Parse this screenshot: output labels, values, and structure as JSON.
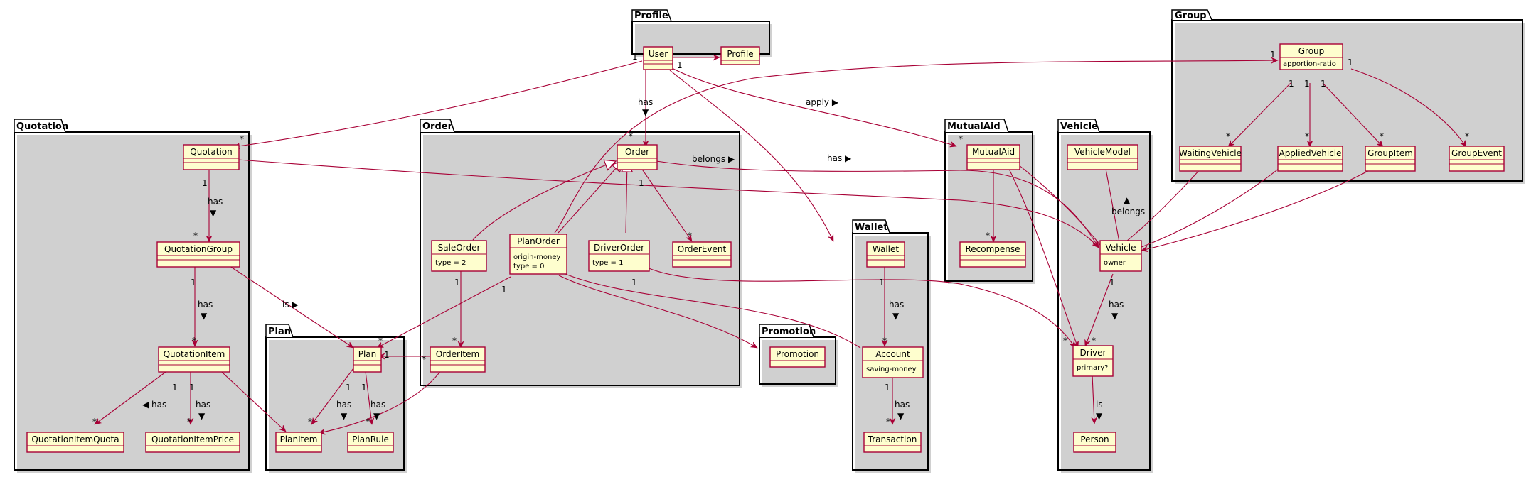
{
  "colors": {
    "accent": "#A80036",
    "class_fill": "#FEFECE",
    "package_stroke": "#000000",
    "shadow": "#d0d0d0"
  },
  "packages": [
    {
      "id": "profile",
      "name": "Profile"
    },
    {
      "id": "group",
      "name": "Group"
    },
    {
      "id": "quotation",
      "name": "Quotation"
    },
    {
      "id": "order",
      "name": "Order"
    },
    {
      "id": "mutualaid",
      "name": "MutualAid"
    },
    {
      "id": "vehicle",
      "name": "Vehicle"
    },
    {
      "id": "wallet",
      "name": "Wallet"
    },
    {
      "id": "plan",
      "name": "Plan"
    },
    {
      "id": "promotion",
      "name": "Promotion"
    }
  ],
  "classes": [
    {
      "id": "user",
      "name": "User",
      "attrs": []
    },
    {
      "id": "profile",
      "name": "Profile",
      "attrs": []
    },
    {
      "id": "group",
      "name": "Group",
      "attrs": [
        "apportion-ratio"
      ]
    },
    {
      "id": "waitingvehicle",
      "name": "WaitingVehicle",
      "attrs": []
    },
    {
      "id": "appliedvehicle",
      "name": "AppliedVehicle",
      "attrs": []
    },
    {
      "id": "groupitem",
      "name": "GroupItem",
      "attrs": []
    },
    {
      "id": "groupevent",
      "name": "GroupEvent",
      "attrs": []
    },
    {
      "id": "quotation",
      "name": "Quotation",
      "attrs": []
    },
    {
      "id": "quotationgroup",
      "name": "QuotationGroup",
      "attrs": []
    },
    {
      "id": "quotationitem",
      "name": "QuotationItem",
      "attrs": []
    },
    {
      "id": "quotationitemquota",
      "name": "QuotationItemQuota",
      "attrs": []
    },
    {
      "id": "quotationitemprice",
      "name": "QuotationItemPrice",
      "attrs": []
    },
    {
      "id": "order",
      "name": "Order",
      "attrs": []
    },
    {
      "id": "saleorder",
      "name": "SaleOrder",
      "attrs": [
        "type = 2"
      ]
    },
    {
      "id": "planorder",
      "name": "PlanOrder",
      "attrs": [
        "origin-money",
        "type = 0"
      ]
    },
    {
      "id": "driverorder",
      "name": "DriverOrder",
      "attrs": [
        "type = 1"
      ]
    },
    {
      "id": "orderevent",
      "name": "OrderEvent",
      "attrs": []
    },
    {
      "id": "orderitem",
      "name": "OrderItem",
      "attrs": []
    },
    {
      "id": "mutualaid",
      "name": "MutualAid",
      "attrs": []
    },
    {
      "id": "recompense",
      "name": "Recompense",
      "attrs": []
    },
    {
      "id": "vehiclemodel",
      "name": "VehicleModel",
      "attrs": []
    },
    {
      "id": "vehicle",
      "name": "Vehicle",
      "attrs": [
        "owner"
      ]
    },
    {
      "id": "driver",
      "name": "Driver",
      "attrs": [
        "primary?"
      ]
    },
    {
      "id": "person",
      "name": "Person",
      "attrs": []
    },
    {
      "id": "wallet",
      "name": "Wallet",
      "attrs": []
    },
    {
      "id": "account",
      "name": "Account",
      "attrs": [
        "saving-money"
      ]
    },
    {
      "id": "transaction",
      "name": "Transaction",
      "attrs": []
    },
    {
      "id": "plan",
      "name": "Plan",
      "attrs": []
    },
    {
      "id": "planitem",
      "name": "PlanItem",
      "attrs": []
    },
    {
      "id": "planrule",
      "name": "PlanRule",
      "attrs": []
    },
    {
      "id": "promotion",
      "name": "Promotion",
      "attrs": []
    }
  ],
  "labels": [
    "1",
    "1",
    "has",
    "▼",
    "*",
    "apply ▶",
    "*",
    "has ▶",
    "1",
    "*",
    "1",
    "1",
    "1",
    "1",
    "*",
    "*",
    "*",
    "*",
    "1",
    "has",
    "▼",
    "*",
    "1",
    "has",
    "▼",
    "*",
    "is ▶",
    "1",
    "1",
    "◀ has",
    "has",
    "▼",
    "*",
    "*",
    "belongs ▶",
    "1",
    "*",
    "1",
    "*",
    "1",
    "*",
    "1",
    "*",
    "1",
    "1",
    "has",
    "▼",
    "has",
    "▼",
    "*",
    "*",
    "1",
    "*",
    "▲",
    "belongs",
    "1",
    "has",
    "▼",
    "*",
    "*",
    "is",
    "▼",
    "1",
    "has",
    "▼",
    "*",
    "1",
    "has",
    "▼",
    "*"
  ]
}
